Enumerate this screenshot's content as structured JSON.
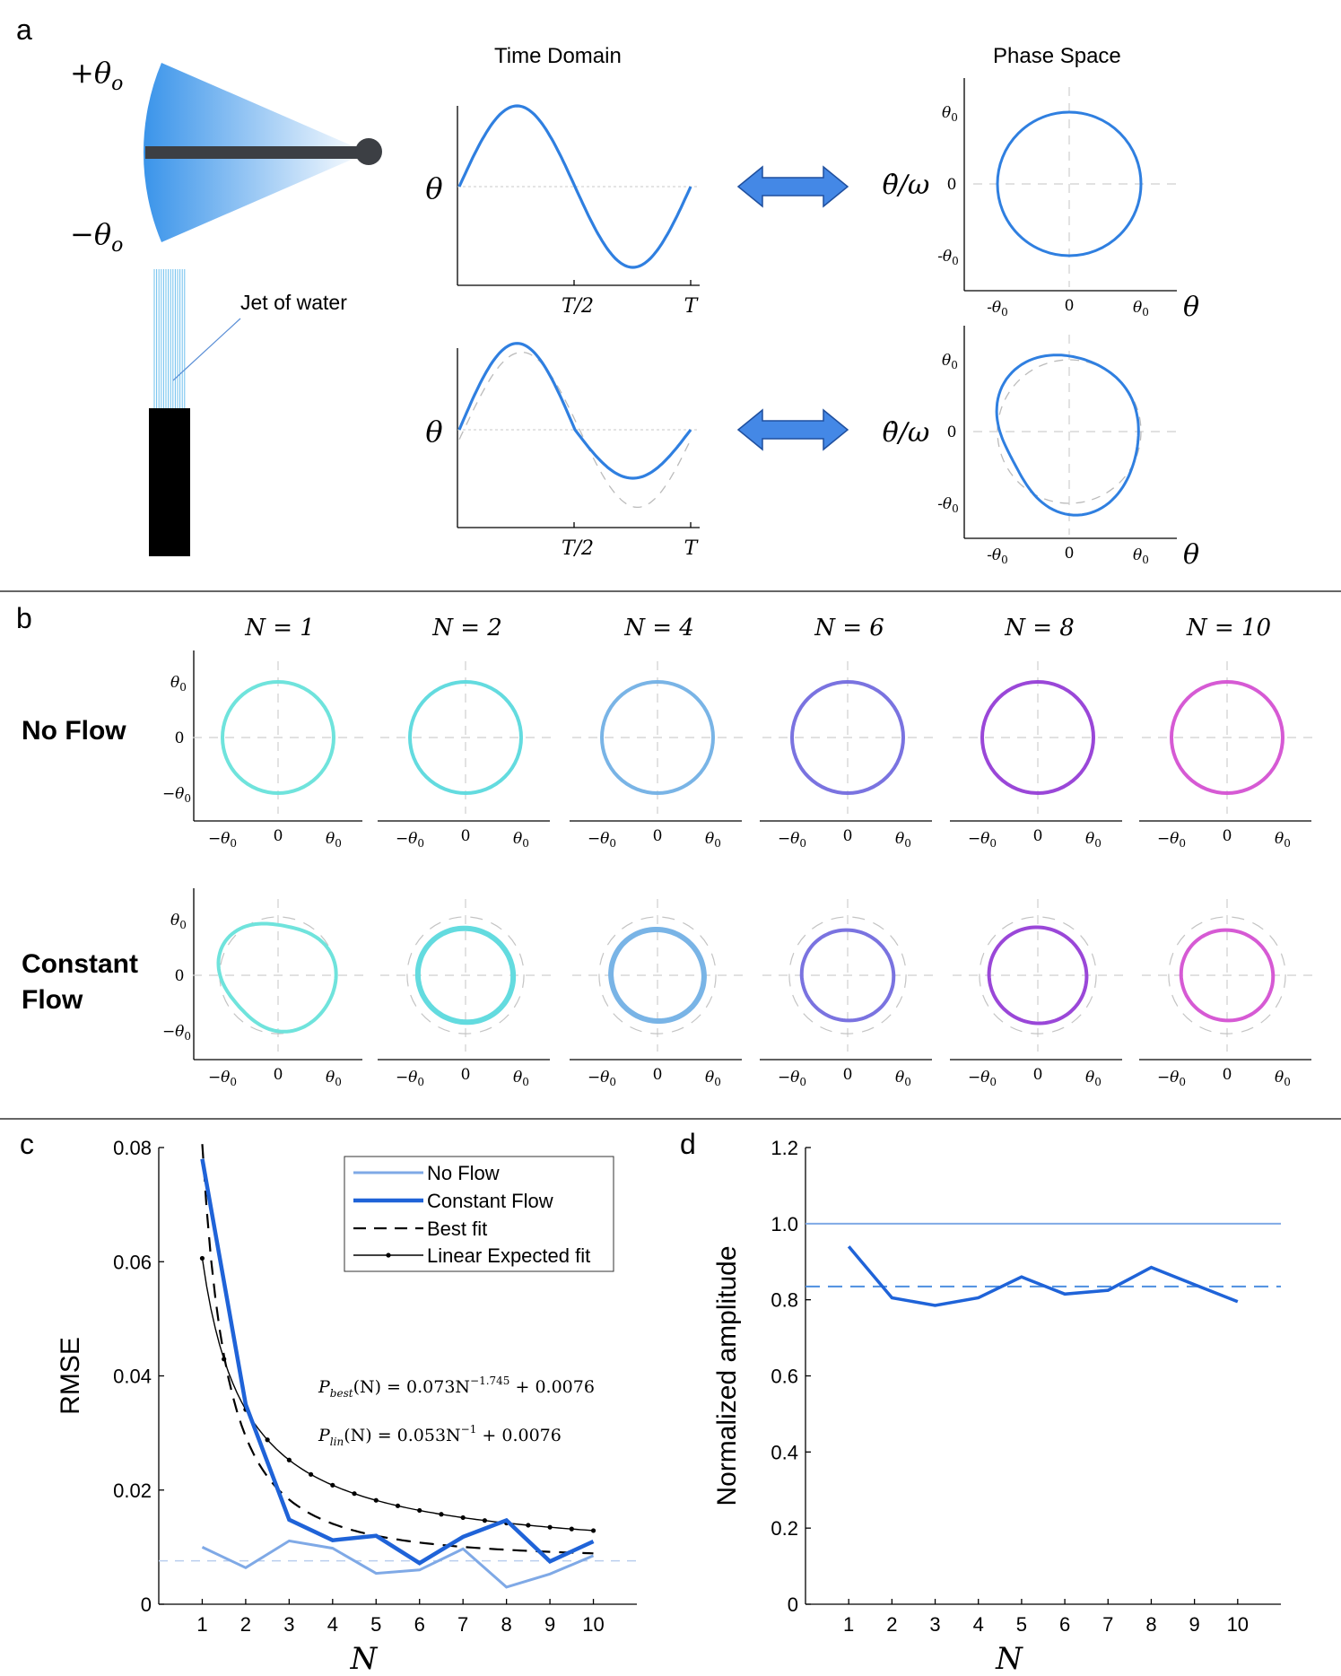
{
  "panels": {
    "a": "a",
    "b": "b",
    "c": "c",
    "d": "d"
  },
  "panel_a": {
    "plus_theta": "+θ",
    "minus_theta": "−θ",
    "sub_o": "o",
    "jet_label": "Jet of water",
    "time_domain_title": "Time Domain",
    "phase_space_title": "Phase Space",
    "theta_label": "θ",
    "half_T": "T/2",
    "T": "T",
    "phase_y_label": "θ̇/ω",
    "theta0": "θ",
    "sub0": "0",
    "neg_theta0": "-θ",
    "zero": "0"
  },
  "panel_b": {
    "column_labels": [
      "N = 1",
      "N = 2",
      "N = 4",
      "N = 6",
      "N = 8",
      "N = 10"
    ],
    "row_labels": [
      "No Flow",
      "Constant",
      "Flow"
    ],
    "colors": [
      "#6fe3dc",
      "#63dbdf",
      "#79b4e6",
      "#7a73e0",
      "#9a47d8",
      "#d65ad4"
    ],
    "tick_theta": "θ",
    "tick_neg": "−θ",
    "tick_zero": "0",
    "tick_sub": "0"
  },
  "chart_data": [
    {
      "type": "line",
      "panel": "c",
      "ylabel": "RMSE",
      "xlabel": "N",
      "x": [
        1,
        2,
        3,
        4,
        5,
        6,
        7,
        8,
        9,
        10
      ],
      "xlim": [
        0,
        11
      ],
      "ylim": [
        0,
        0.08
      ],
      "yticks": [
        "0",
        "0.02",
        "0.04",
        "0.06",
        "0.08"
      ],
      "xticks": [
        "1",
        "2",
        "3",
        "4",
        "5",
        "6",
        "7",
        "8",
        "9",
        "10"
      ],
      "series": [
        {
          "name": "No Flow",
          "color": "#7fa9e6",
          "values": [
            0.01,
            0.0064,
            0.0111,
            0.0098,
            0.0054,
            0.006,
            0.0097,
            0.003,
            0.0053,
            0.0085
          ]
        },
        {
          "name": "Constant Flow",
          "color": "#1f63d8",
          "values": [
            0.078,
            0.035,
            0.0148,
            0.0112,
            0.012,
            0.0072,
            0.0118,
            0.0147,
            0.0075,
            0.011
          ]
        },
        {
          "name": "Best fit",
          "color": "#000000",
          "formula": "0.073*N^-1.745+0.0076"
        },
        {
          "name": "Linear Expected fit",
          "color": "#000000",
          "formula": "0.053*N^-1+0.0076"
        }
      ],
      "reference_line": 0.0076,
      "equations": [
        "P_best(N) = 0.073N^-1.745 + 0.0076",
        "P_lin(N) = 0.053N^-1 + 0.0076"
      ],
      "legend_position": "top-right"
    },
    {
      "type": "line",
      "panel": "d",
      "ylabel": "Normalized amplitude",
      "xlabel": "N",
      "x": [
        1,
        2,
        3,
        4,
        5,
        6,
        7,
        8,
        9,
        10
      ],
      "xlim": [
        0,
        11
      ],
      "ylim": [
        0,
        1.2
      ],
      "yticks": [
        "0",
        "0.2",
        "0.4",
        "0.6",
        "0.8",
        "1.0",
        "1.2"
      ],
      "xticks": [
        "1",
        "2",
        "3",
        "4",
        "5",
        "6",
        "7",
        "8",
        "9",
        "10"
      ],
      "series": [
        {
          "color": "#1f63d8",
          "values": [
            0.94,
            0.805,
            0.785,
            0.805,
            0.86,
            0.815,
            0.825,
            0.885,
            0.84,
            0.795
          ]
        }
      ],
      "reference_lines": [
        {
          "value": 1.0,
          "style": "solid",
          "color": "#7fa9e6"
        },
        {
          "value": 0.835,
          "style": "dashed",
          "color": "#4d8fe0"
        }
      ]
    }
  ]
}
